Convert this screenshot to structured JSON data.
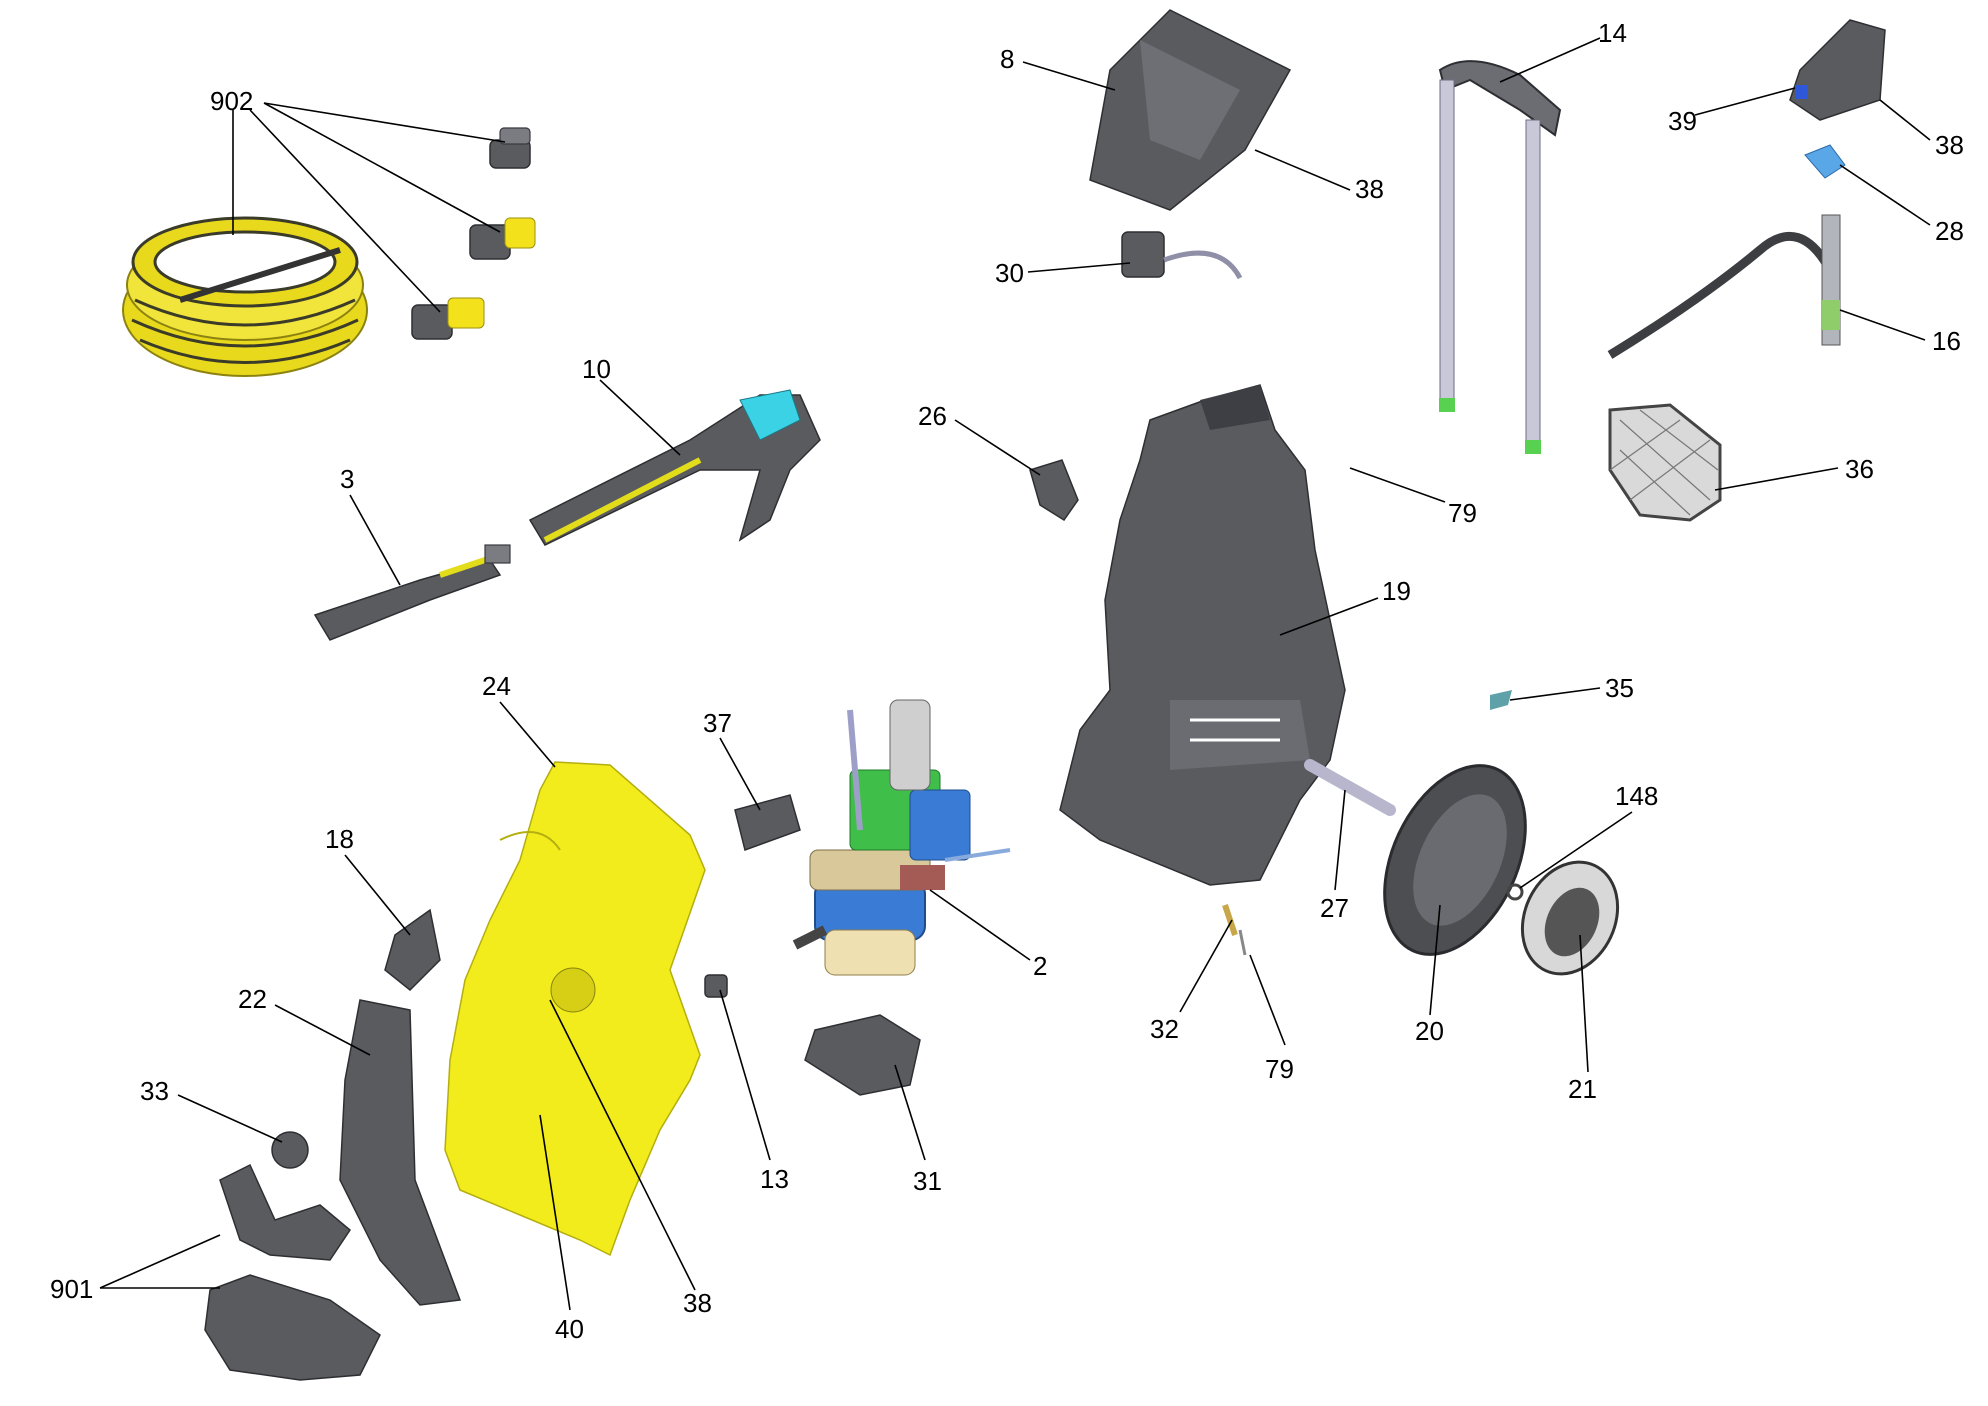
{
  "colors": {
    "background": "#ffffff",
    "housing_dark": "#5a5b5f",
    "housing_yellow": "#f2ec1c",
    "hose_yellow": "#e6d51f",
    "motor_blue": "#3a7bd5",
    "motor_green": "#3fbf4a",
    "handle_light": "#c9c8d8",
    "leader_line": "#000000"
  },
  "labels": {
    "l902": "902",
    "l8": "8",
    "l14": "14",
    "l39": "39",
    "l38a": "38",
    "l38b": "38",
    "l28": "28",
    "l16": "16",
    "l30": "30",
    "l10": "10",
    "l26": "26",
    "l79a": "79",
    "l36": "36",
    "l3": "3",
    "l19": "19",
    "l35": "35",
    "l24": "24",
    "l37": "37",
    "l18": "18",
    "l148": "148",
    "l27": "27",
    "l2": "2",
    "l22": "22",
    "l32": "32",
    "l20": "20",
    "l79b": "79",
    "l21": "21",
    "l33": "33",
    "l13": "13",
    "l31": "31",
    "l901": "901",
    "l40": "40",
    "l38c": "38"
  }
}
